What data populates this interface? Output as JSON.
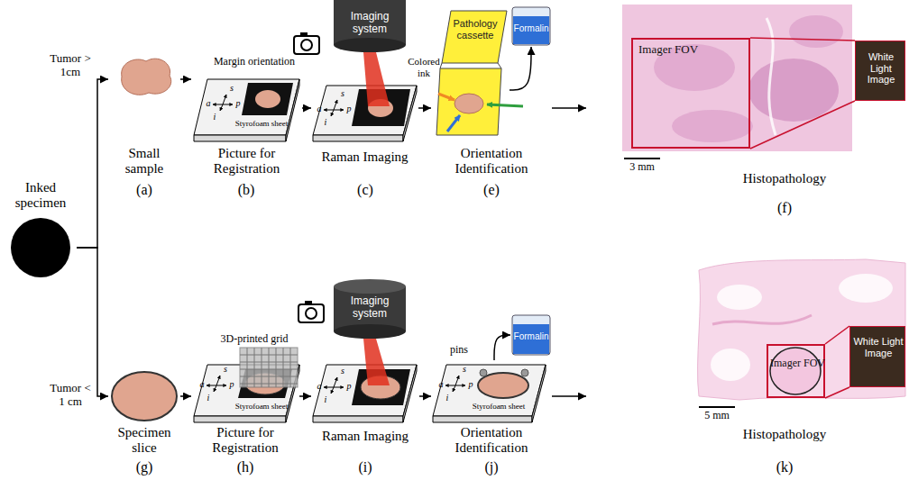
{
  "diagram": {
    "nodes": [
      {
        "text": [
          "Inked specimen"
        ]
      },
      {
        "text": [
          "Small sample",
          "(a)"
        ]
      },
      {
        "text": [
          "Picture for Registration",
          "(b)"
        ]
      },
      {
        "text": [
          "Raman Imaging",
          "(c)"
        ]
      },
      {
        "text": [
          "Imaging system"
        ],
        "in": 3
      },
      {
        "text": [
          "Orientation Identification",
          "(e)"
        ]
      },
      {
        "text": [
          "Pathology cassette"
        ],
        "in": 5
      },
      {
        "text": [
          "Formalin"
        ],
        "in": 5
      },
      {
        "text": [
          "Histopathology",
          "(f)"
        ]
      },
      {
        "text": [
          "Imager FOV"
        ],
        "in": 8
      },
      {
        "text": [
          "White Light Image"
        ],
        "in": 8
      },
      {
        "text": [
          "Specimen slice",
          "(g)"
        ]
      },
      {
        "text": [
          "Picture for Registration",
          "(h)"
        ]
      },
      {
        "text": [
          "Raman Imaging",
          "(i)"
        ]
      },
      {
        "text": [
          "Imaging system"
        ],
        "in": 13
      },
      {
        "text": [
          "Orientation Identification",
          "(j)"
        ]
      },
      {
        "text": [
          "Formalin"
        ]
      },
      {
        "text": [
          "Histopathology",
          "(k)"
        ]
      },
      {
        "text": [
          "Imager FOV"
        ],
        "in": 17
      },
      {
        "text": [
          "White Light Image"
        ],
        "in": 17
      }
    ],
    "edges": [
      {
        "from": 0,
        "to": 1,
        "arrow": "to",
        "label": "Tumor > 1cm"
      },
      {
        "from": 0,
        "to": 11,
        "arrow": "to",
        "label": "Tumor < 1 cm"
      },
      {
        "from": 1,
        "to": 2,
        "arrow": "to"
      },
      {
        "from": 2,
        "to": 3,
        "arrow": "to"
      },
      {
        "from": 3,
        "to": 5,
        "arrow": "to"
      },
      {
        "from": 5,
        "to": 8,
        "arrow": "to"
      },
      {
        "from": 6,
        "to": 7,
        "arrow": "to"
      },
      {
        "from": 11,
        "to": 12,
        "arrow": "to"
      },
      {
        "from": 12,
        "to": 13,
        "arrow": "to"
      },
      {
        "from": 13,
        "to": 15,
        "arrow": "to"
      },
      {
        "from": 15,
        "to": 16,
        "arrow": "to"
      },
      {
        "from": 15,
        "to": 17,
        "arrow": "to"
      }
    ],
    "labels": [
      "Margin orientation",
      "Styrofoam sheet",
      "a",
      "s",
      "p",
      "i",
      "a",
      "s",
      "p",
      "i",
      "Colored ink",
      "3 mm",
      "3D-printed grid",
      "Styrofoam sheet",
      "a",
      "s",
      "p",
      "i",
      "a",
      "s",
      "p",
      "i",
      "pins",
      "Styrofoam sheet",
      "a",
      "s",
      "p",
      "i",
      "5 mm"
    ]
  }
}
